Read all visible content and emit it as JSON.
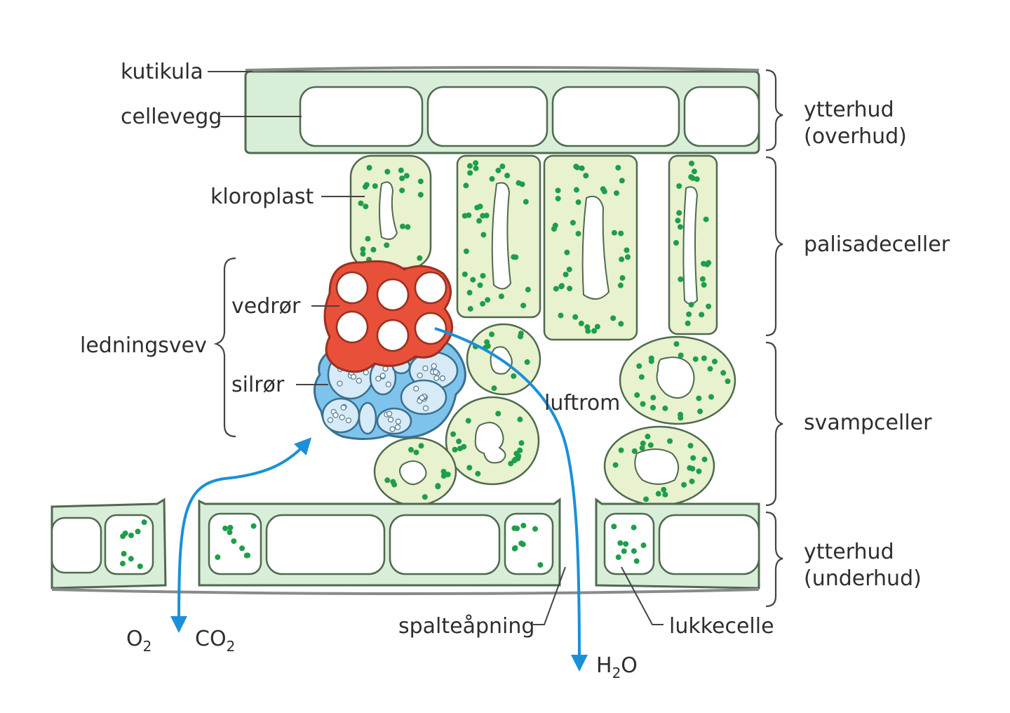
{
  "labels": {
    "kutikula": "kutikula",
    "cellevegg": "cellevegg",
    "kloroplast": "kloroplast",
    "vedror": "vedrør",
    "ledningsvev": "ledningsvev",
    "silror": "silrør",
    "luftrom": "luftrom",
    "spalteapning": "spalteåpning",
    "lukkecelle": "lukkecelle"
  },
  "layers": {
    "upper_epidermis_1": "ytterhud",
    "upper_epidermis_2": "(overhud)",
    "palisade": "palisadeceller",
    "spongy": "svampceller",
    "lower_epidermis_1": "ytterhud",
    "lower_epidermis_2": "(underhud)"
  },
  "gases": {
    "o2_base": "O",
    "o2_sub": "2",
    "co2_base": "CO",
    "co2_sub": "2",
    "h2o_base": "H",
    "h2o_sub": "2",
    "h2o_end": "O"
  },
  "colors": {
    "cell_wall": "#d9eed8",
    "cytoplasm": "#e8f2cf",
    "chloroplast": "#1e9e4a",
    "xylem": "#e8503a",
    "phloem": "#7ec3ec",
    "arrow": "#1a90d8"
  }
}
